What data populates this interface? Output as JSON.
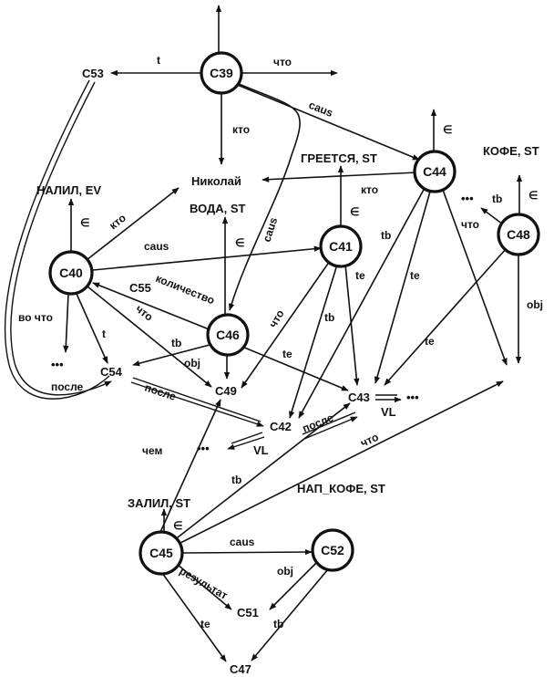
{
  "diagram": {
    "nodes": {
      "C39": "C39",
      "C40": "C40",
      "C41": "C41",
      "C44": "C44",
      "C48": "C48",
      "C46": "C46",
      "C45": "C45",
      "C52": "C52"
    },
    "texts": {
      "C53": "C53",
      "nikolai": "Николай",
      "nalil": "НАЛИЛ, EV",
      "voda": "ВОДА, ST",
      "greetsya": "ГРЕЕТСЯ, ST",
      "kofe": "КОФЕ, ST",
      "C55": "C55",
      "C54": "C54",
      "C49": "C49",
      "C43": "C43",
      "C42": "C42",
      "zalil": "ЗАЛИЛ, ST",
      "nap_kofe": "НАП_КОФЕ, ST",
      "C51": "C51",
      "C47": "C47",
      "vl1": "VL",
      "vl2": "VL",
      "dots": "•••"
    },
    "labels": {
      "t": "t",
      "chto": "что",
      "kto": "кто",
      "caus": "caus",
      "elem": "∈",
      "tb": "tb",
      "te": "te",
      "obj": "obj",
      "kolichestvo": "количество",
      "vo_chto": "во что",
      "posle": "после",
      "chem": "чем",
      "rezultat": "результат"
    }
  }
}
